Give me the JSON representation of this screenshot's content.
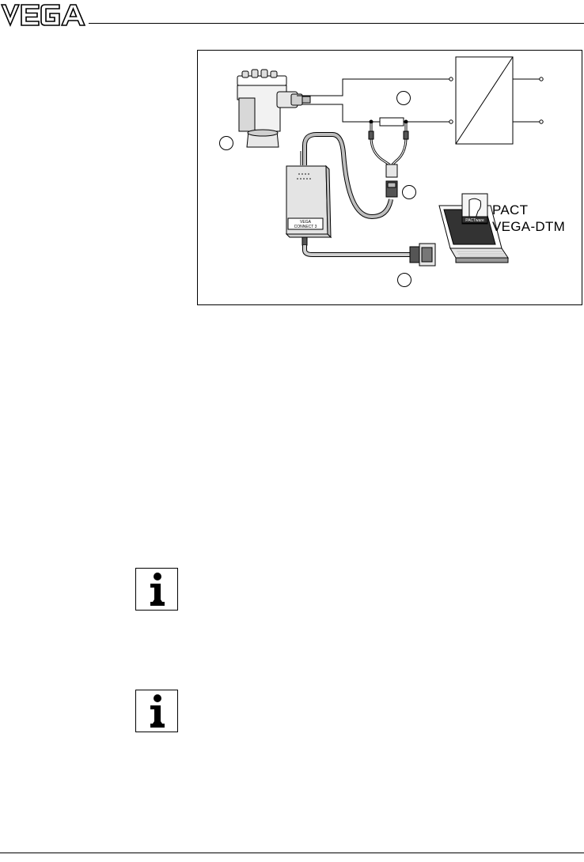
{
  "header": {
    "logo_text": "VEGA"
  },
  "figure": {
    "adapter_label": "VEGACONNECT 3",
    "software_label_line1": "PACT",
    "software_label_line2": "VEGA-DTM"
  },
  "notes": [
    {
      "icon": "info-icon"
    },
    {
      "icon": "info-icon"
    }
  ]
}
